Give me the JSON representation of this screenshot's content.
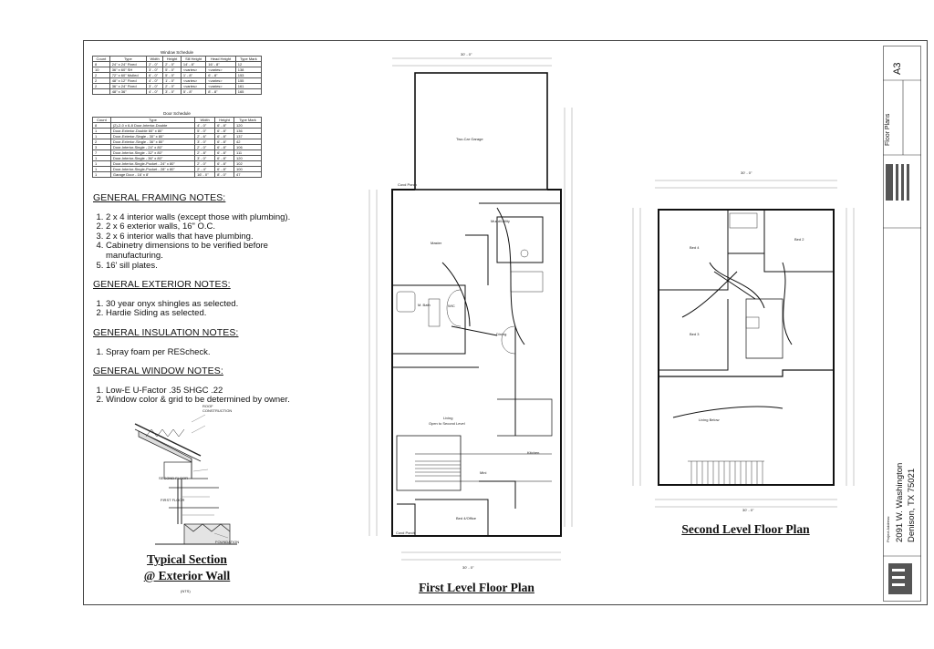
{
  "window_schedule": {
    "title": "Window Schedule",
    "headers": [
      "Count",
      "Type",
      "Width",
      "Height",
      "Sill Height",
      "Head Height",
      "Type Mark"
    ],
    "rows": [
      [
        "8",
        "24\" x 24\" Fixed",
        "2' - 0\"",
        "2' - 0\"",
        "14' - 8\"",
        "16' - 8\"",
        "12"
      ],
      [
        "10",
        "36\" x 60\" SH",
        "3' - 0\"",
        "5' - 0\"",
        "<varies>",
        "<varies>",
        "138"
      ],
      [
        "2",
        "72\" x 60\" Mulled",
        "6' - 0\"",
        "5' - 0\"",
        "1' - 8\"",
        "6' - 8\"",
        "153"
      ],
      [
        "2",
        "48\" x 12\" Fixed",
        "4' - 0\"",
        "1' - 0\"",
        "<varies>",
        "<varies>",
        "155"
      ],
      [
        "2",
        "36\" x 24\" Fixed",
        "3' - 0\"",
        "2' - 0\"",
        "<varies>",
        "<varies>",
        "161"
      ],
      [
        "",
        "48\" x 36\"",
        "4' - 0\"",
        "3' - 0\"",
        "5' - 8\"",
        "8' - 8\"",
        "165"
      ]
    ]
  },
  "door_schedule": {
    "title": "Door Schedule",
    "headers": [
      "Count",
      "Type",
      "Width",
      "Height",
      "Type Mark"
    ],
    "rows": [
      [
        "8",
        "(2)-2-0 x 6-8 Door-Interior-Double",
        "4' - 0\"",
        "6' - 8\"",
        "120"
      ],
      [
        "1",
        "Door-Exterior-Double 60\" x 80\"",
        "5' - 0\"",
        "6' - 8\"",
        "136"
      ],
      [
        "1",
        "Door-Exterior-Single - 30\" x 80\"",
        "2' - 6\"",
        "6' - 8\"",
        "137"
      ],
      [
        "2",
        "Door-Exterior-Single - 36\" x 80\"",
        "3' - 0\"",
        "6' - 8\"",
        "42"
      ],
      [
        "3",
        "Door-Interior-Single - 24\" x 80\"",
        "2' - 0\"",
        "6' - 8\"",
        "106"
      ],
      [
        "7",
        "Door-Interior-Single - 32\" x 80\"",
        "2' - 8\"",
        "6' - 8\"",
        "111"
      ],
      [
        "1",
        "Door-Interior-Single - 36\" x 80\"",
        "3' - 0\"",
        "6' - 8\"",
        "120"
      ],
      [
        "1",
        "Door-Interior-Single-Pocket - 24\" x 80\"",
        "2' - 0\"",
        "6' - 8\"",
        "102"
      ],
      [
        "1",
        "Door-Interior-Single-Pocket - 28\" x 80\"",
        "2' - 4\"",
        "6' - 8\"",
        "100"
      ],
      [
        "1",
        "Garage Door - 16' x 8'",
        "16' - 0\"",
        "8' - 0\"",
        "47"
      ]
    ]
  },
  "notes": {
    "framing_title": "GENERAL FRAMING NOTES:",
    "framing": [
      "2 x 4 interior walls (except those with plumbing).",
      "2 x 6 exterior walls, 16\" O.C.",
      "2 x 6 interior walls that have plumbing.",
      "Cabinetry dimensions to be verified before manufacturing.",
      "16' sill plates."
    ],
    "exterior_title": "GENERAL EXTERIOR NOTES:",
    "exterior": [
      "30 year onyx shingles as selected.",
      "Hardie Siding as selected."
    ],
    "insulation_title": "GENERAL INSULATION NOTES:",
    "insulation": [
      "Spray foam per REScheck."
    ],
    "window_title": "GENERAL WINDOW NOTES:",
    "window": [
      "Low-E U-Factor .35 SHGC .22",
      "Window color & grid to be determined by owner."
    ]
  },
  "section": {
    "title_line1": "Typical Section",
    "title_line2": "@ Exterior Wall",
    "scale": "(NTS)",
    "labels": [
      "ROOF CONSTRUCTION",
      "SECOND FLOOR",
      "FIRST FLOOR",
      "FOUNDATION"
    ]
  },
  "first_floor": {
    "title": "First Level Floor Plan",
    "rooms": [
      "Two-Car Garage",
      "Master",
      "Mudd/Utility",
      "M. Bath",
      "WIC",
      "Dining",
      "Living",
      "Open to Second Level",
      "Kitchen",
      "Bed 4/Office",
      "Covd Porch",
      "Covd Porch",
      "Mini"
    ],
    "dim_top": "30' - 0\"",
    "dim_bottom": "30' - 0\""
  },
  "second_floor": {
    "title": "Second Level Floor Plan",
    "rooms": [
      "Bed 4",
      "Bed 2",
      "Bed 3",
      "Living Below"
    ],
    "dim_top": "30' - 0\"",
    "dim_bottom": "30' - 0\""
  },
  "title_block": {
    "sheet_number": "A3",
    "sheet_title": "Floor Plans",
    "project_address_label": "Project Address:",
    "address_line1": "2091 W. Washington",
    "address_line2": "Denison, TX 75021"
  }
}
